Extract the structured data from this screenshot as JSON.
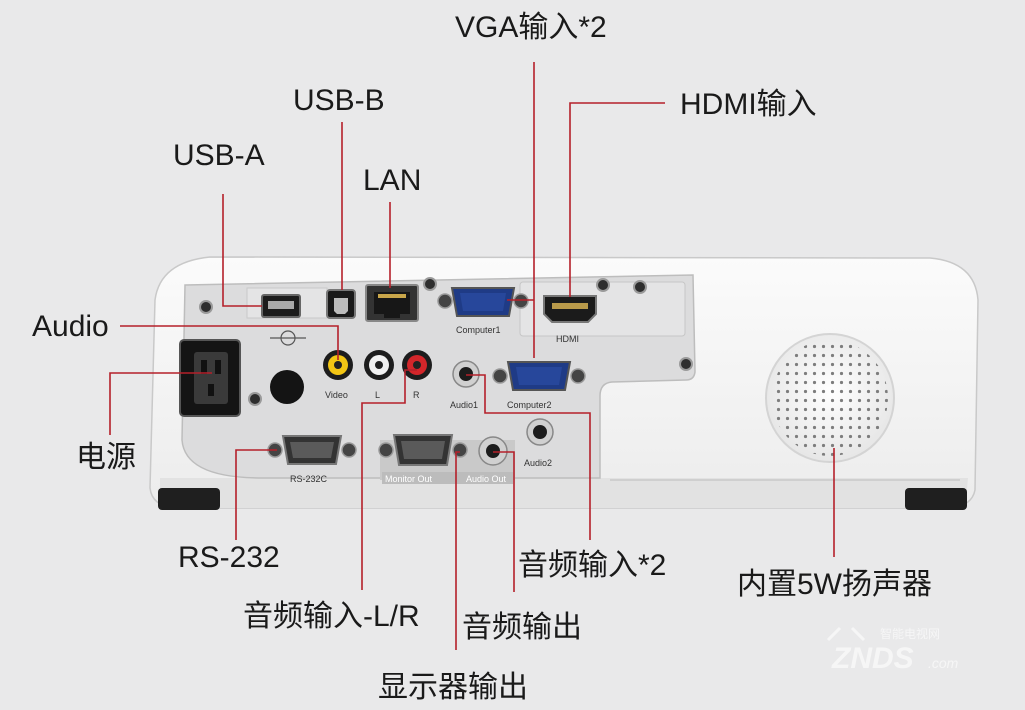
{
  "callouts": {
    "vga_in": "VGA输入*2",
    "usb_b": "USB-B",
    "hdmi_in": "HDMI输入",
    "usb_a": "USB-A",
    "lan": "LAN",
    "audio": "Audio",
    "power": "电源",
    "rs232": "RS-232",
    "audio_in_2": "音频输入*2",
    "speaker": "内置5W扬声器",
    "audio_in_lr": "音频输入-L/R",
    "audio_out": "音频输出",
    "monitor_out": "显示器输出"
  },
  "panel_labels": {
    "computer1": "Computer1",
    "hdmi": "HDMI",
    "video": "Video",
    "l": "L",
    "r": "R",
    "audio1": "Audio1",
    "computer2": "Computer2",
    "rs232c": "RS-232C",
    "monitor_out": "Monitor Out",
    "audio_out": "Audio Out",
    "audio2": "Audio2"
  },
  "watermark": {
    "brand": "ZNDS",
    "domain": ".com",
    "cn": "智能电视网"
  },
  "colors": {
    "leader": "#b5202a",
    "background": "#e9e9ea",
    "body": "#f7f7f7"
  }
}
